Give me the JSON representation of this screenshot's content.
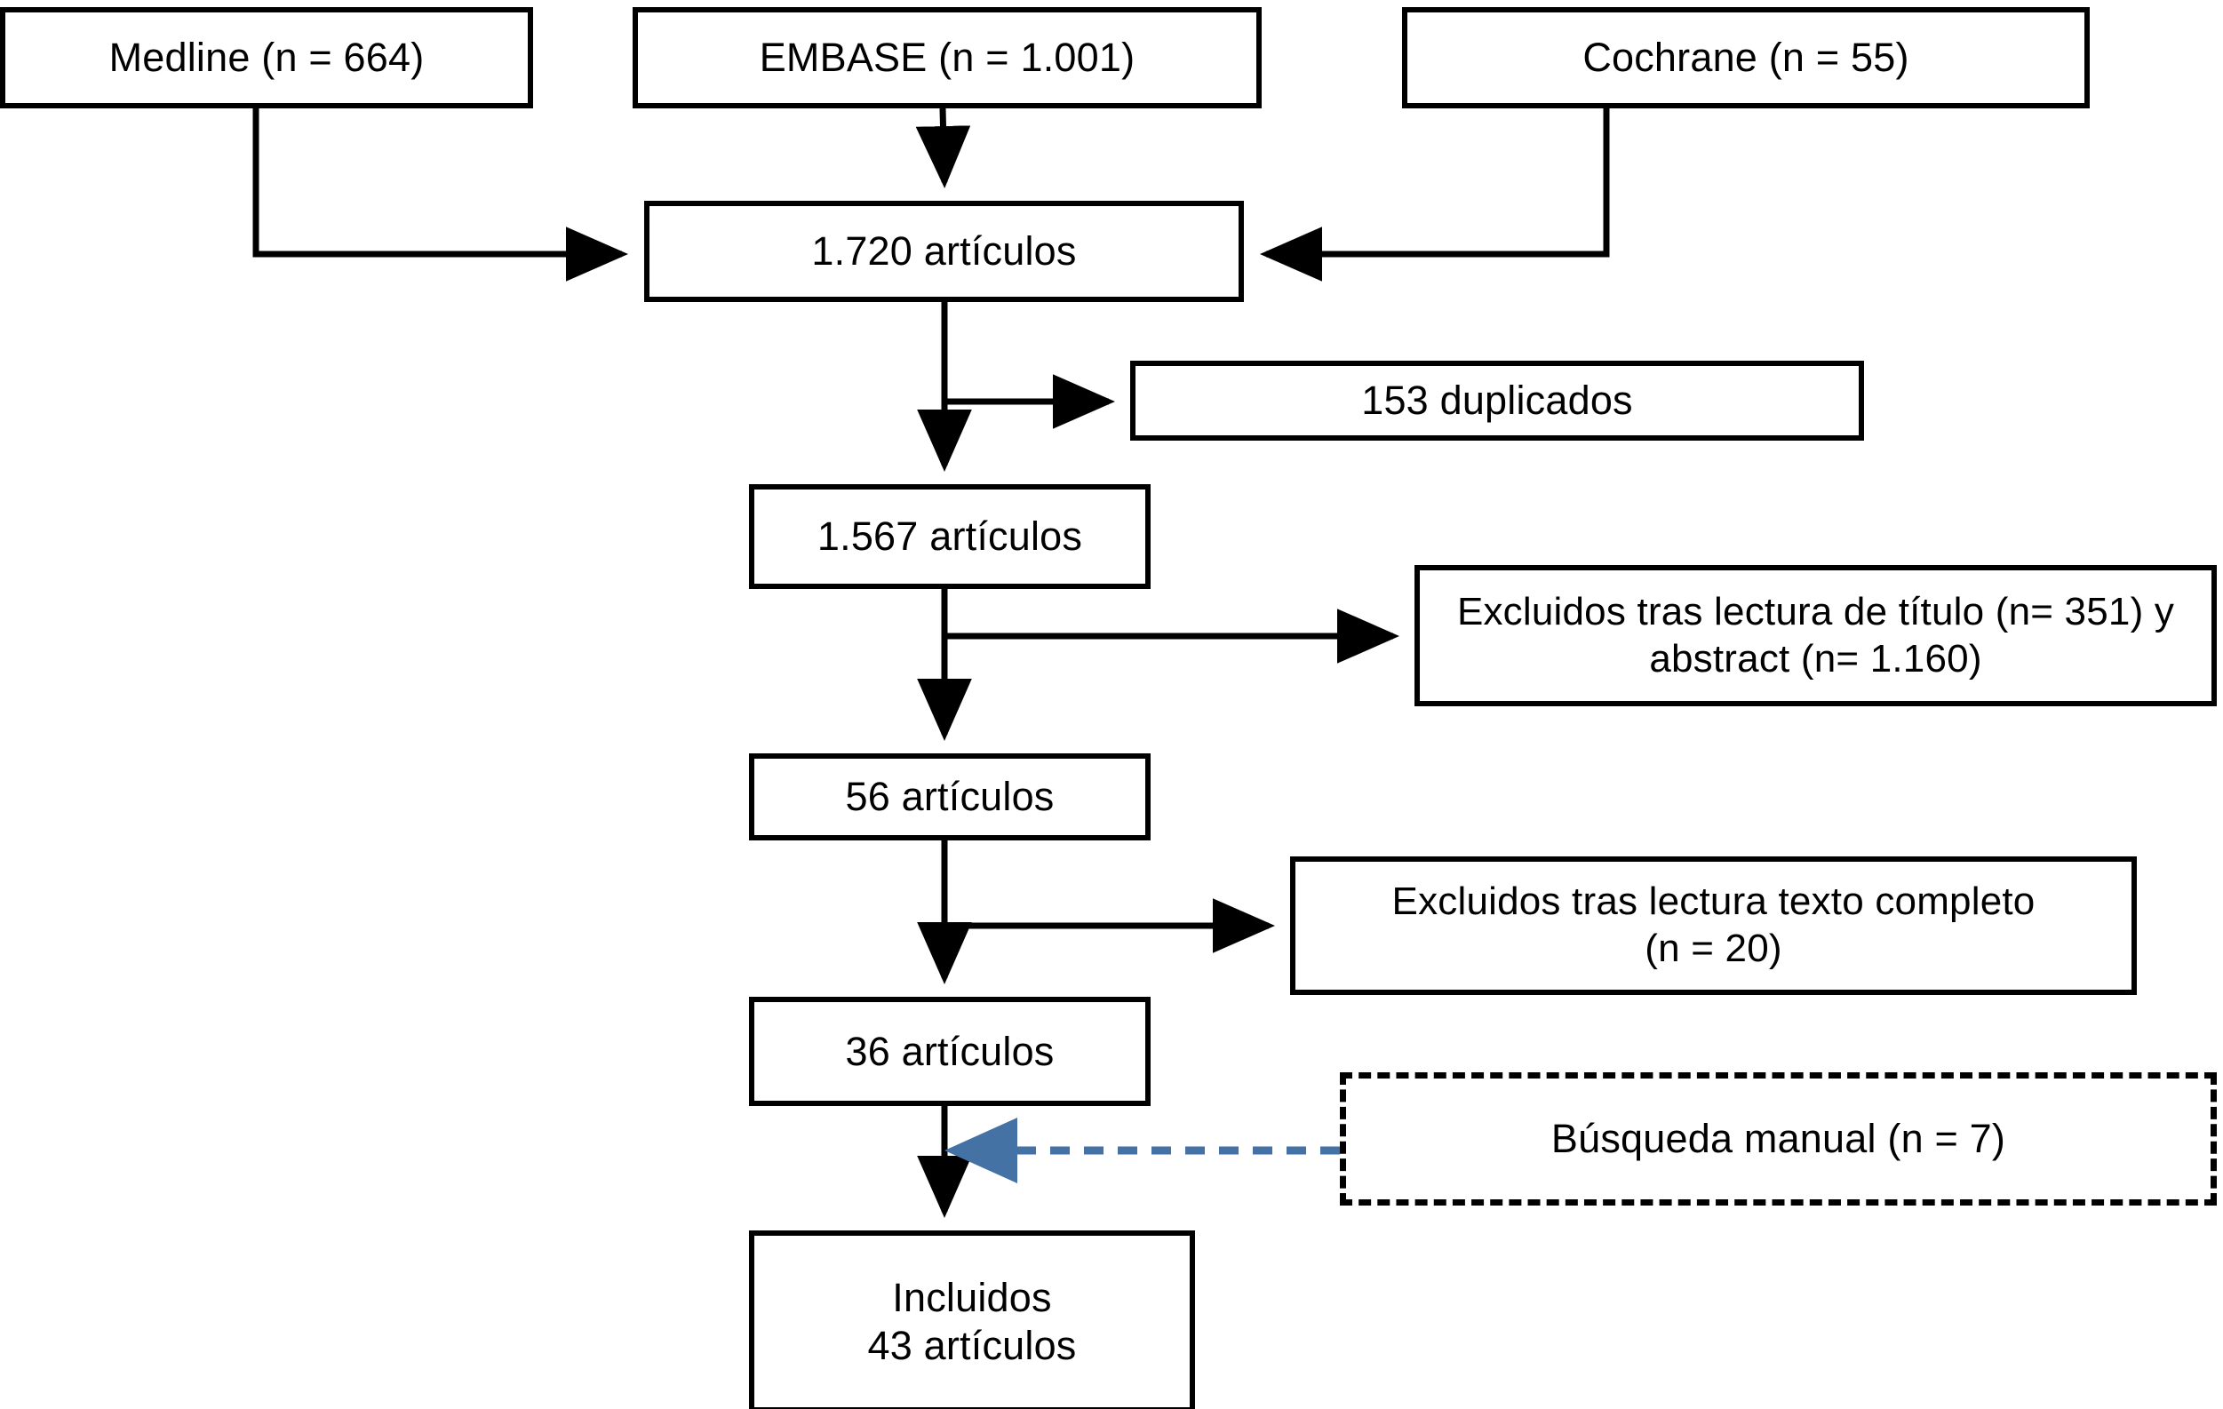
{
  "diagram": {
    "title": "Diagrama de flujo de seleccion de articulos",
    "type": "prisma-flowchart",
    "background_color": "#ffffff",
    "line_color": "#000000",
    "manual_search_arrow_color": "#4472a4"
  },
  "nodes": {
    "medline": {
      "label": "Medline (n = 664)",
      "count": 664,
      "style": "solid"
    },
    "embase": {
      "label": "EMBASE (n = 1.001)",
      "count": 1001,
      "style": "solid"
    },
    "cochrane": {
      "label": "Cochrane (n = 55)",
      "count": 55,
      "style": "solid"
    },
    "total_records": {
      "label": "1.720 artículos",
      "count": 1720,
      "style": "solid"
    },
    "duplicates": {
      "label": "153 duplicados",
      "count": 153,
      "style": "solid"
    },
    "after_duplicates": {
      "label": "1.567 artículos",
      "count": 1567,
      "style": "solid"
    },
    "excluded_title_abstract": {
      "label": "Excluidos tras lectura de título (n= 351) y abstract (n= 1.160)",
      "count_title": 351,
      "count_abstract": 1160,
      "style": "solid"
    },
    "after_screening": {
      "label": "56 artículos",
      "count": 56,
      "style": "solid"
    },
    "excluded_fulltext": {
      "label": "Excluidos tras lectura texto completo\n(n = 20)",
      "count": 20,
      "style": "solid"
    },
    "after_fulltext": {
      "label": "36 artículos",
      "count": 36,
      "style": "solid"
    },
    "manual_search": {
      "label": "Búsqueda manual (n = 7)",
      "count": 7,
      "style": "dashed"
    },
    "included": {
      "label": "Incluidos\n43 artículos",
      "count": 43,
      "style": "solid"
    }
  },
  "edges": [
    {
      "from": "medline",
      "to": "total_records",
      "style": "solid",
      "arrow": "right"
    },
    {
      "from": "embase",
      "to": "total_records",
      "style": "solid",
      "arrow": "down"
    },
    {
      "from": "cochrane",
      "to": "total_records",
      "style": "solid",
      "arrow": "left"
    },
    {
      "from": "total_records",
      "to": "after_duplicates",
      "style": "solid",
      "arrow": "down"
    },
    {
      "from": "total_records",
      "to": "duplicates",
      "style": "solid",
      "arrow": "right"
    },
    {
      "from": "after_duplicates",
      "to": "after_screening",
      "style": "solid",
      "arrow": "down"
    },
    {
      "from": "after_duplicates",
      "to": "excluded_title_abstract",
      "style": "solid",
      "arrow": "right"
    },
    {
      "from": "after_screening",
      "to": "after_fulltext",
      "style": "solid",
      "arrow": "down"
    },
    {
      "from": "after_screening",
      "to": "excluded_fulltext",
      "style": "solid",
      "arrow": "right"
    },
    {
      "from": "after_fulltext",
      "to": "included",
      "style": "solid",
      "arrow": "down"
    },
    {
      "from": "manual_search",
      "to": "after_fulltext",
      "style": "dashed",
      "arrow": "left",
      "color": "#4472a4"
    }
  ]
}
